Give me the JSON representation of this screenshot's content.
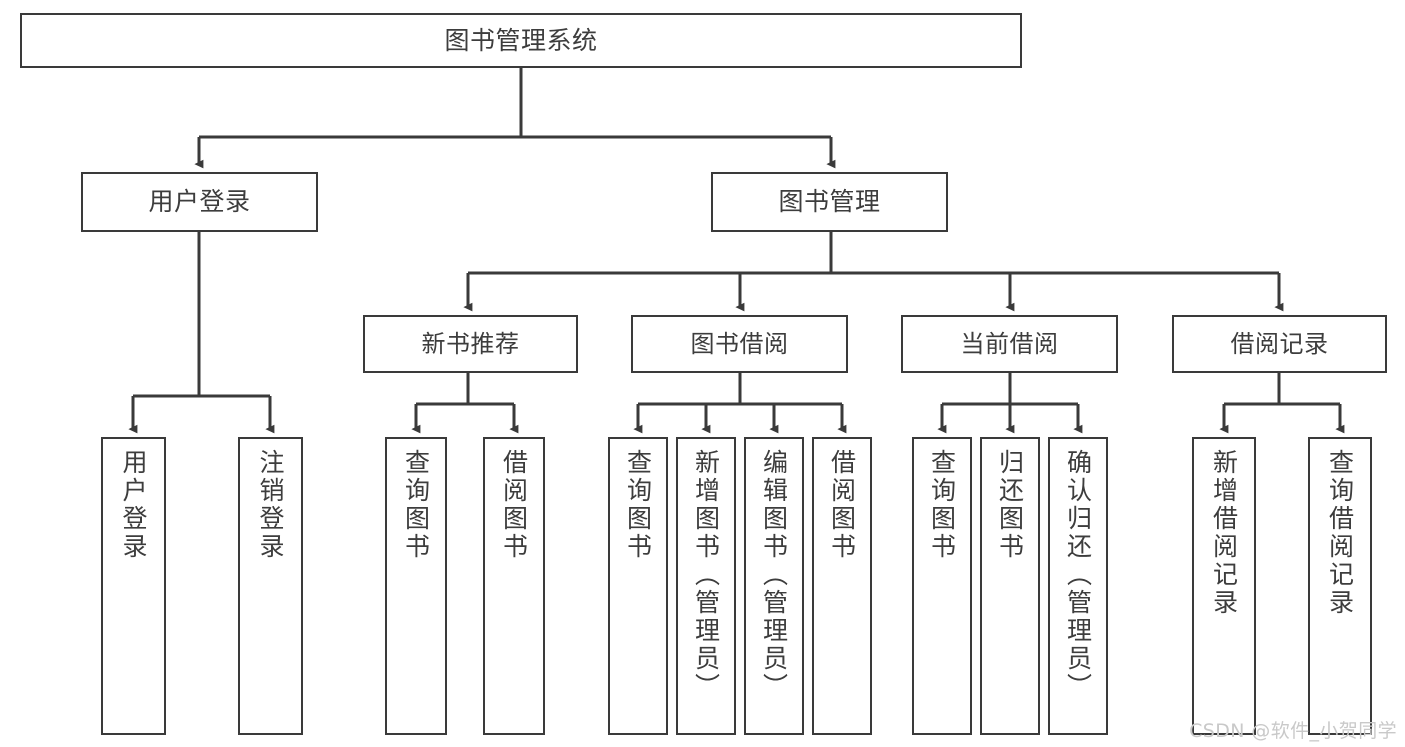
{
  "diagram": {
    "title": "图书管理系统",
    "type": "tree-hierarchy-chart",
    "stroke_color": "#3a3a3a",
    "text_color": "#3d3d3d",
    "background_color": "#ffffff",
    "watermark": "CSDN @软件_小贺同学",
    "watermark_color": "#c9c9c9"
  },
  "nodes": {
    "root": {
      "label": "图书管理系统"
    },
    "level2": [
      {
        "id": "user-login",
        "label": "用户登录"
      },
      {
        "id": "book-management",
        "label": "图书管理"
      }
    ],
    "level3": [
      {
        "id": "new-book-recommend",
        "label": "新书推荐"
      },
      {
        "id": "book-borrow",
        "label": "图书借阅"
      },
      {
        "id": "current-borrow",
        "label": "当前借阅"
      },
      {
        "id": "borrow-record",
        "label": "借阅记录"
      }
    ],
    "leaves": {
      "user_login": [
        {
          "id": "leaf-user-login",
          "label": "用户登录"
        },
        {
          "id": "leaf-logout-login",
          "label": "注销登录"
        }
      ],
      "new_book_recommend": [
        {
          "id": "leaf-query-book-1",
          "label": "查询图书"
        },
        {
          "id": "leaf-borrow-book-1",
          "label": "借阅图书"
        }
      ],
      "book_borrow": [
        {
          "id": "leaf-query-book-2",
          "label": "查询图书"
        },
        {
          "id": "leaf-add-book",
          "label": "新增图书（管理员）"
        },
        {
          "id": "leaf-edit-book",
          "label": "编辑图书（管理员）"
        },
        {
          "id": "leaf-borrow-book-2",
          "label": "借阅图书"
        }
      ],
      "current_borrow": [
        {
          "id": "leaf-query-book-3",
          "label": "查询图书"
        },
        {
          "id": "leaf-return-book",
          "label": "归还图书"
        },
        {
          "id": "leaf-confirm-return",
          "label": "确认归还（管理员）"
        }
      ],
      "borrow_record": [
        {
          "id": "leaf-add-record",
          "label": "新增借阅记录"
        },
        {
          "id": "leaf-query-record",
          "label": "查询借阅记录"
        }
      ]
    }
  }
}
